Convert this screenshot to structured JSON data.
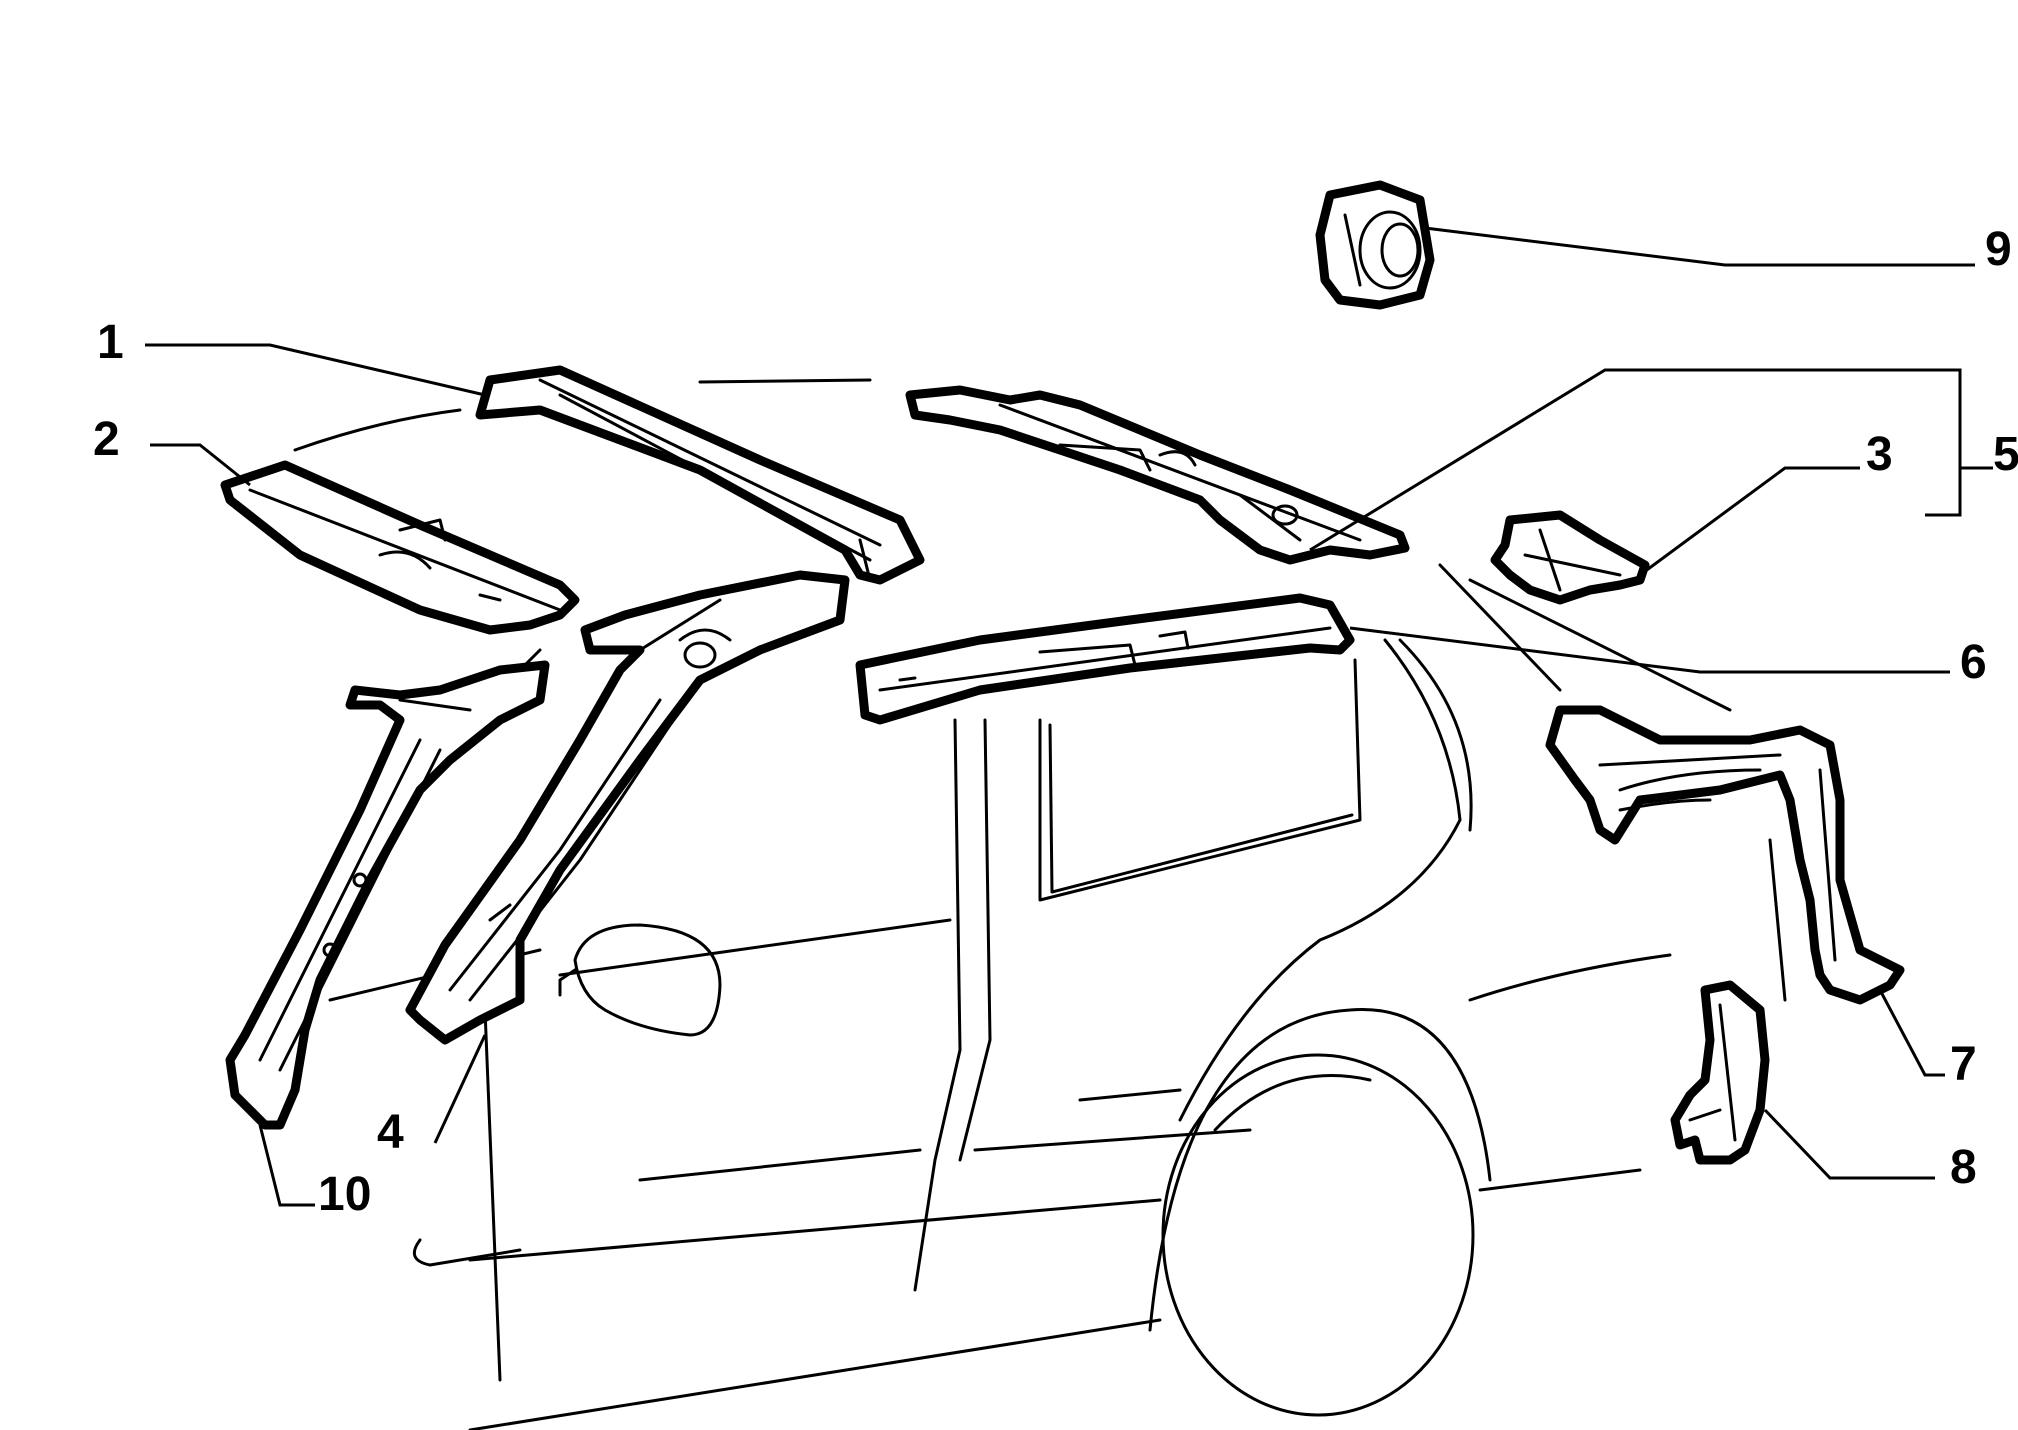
{
  "colors": {
    "line": "#000000",
    "background": "#ffffff"
  },
  "callouts": [
    {
      "id": "1",
      "label": "1"
    },
    {
      "id": "2",
      "label": "2"
    },
    {
      "id": "3",
      "label": "3"
    },
    {
      "id": "4",
      "label": "4"
    },
    {
      "id": "5",
      "label": "5"
    },
    {
      "id": "6",
      "label": "6"
    },
    {
      "id": "7",
      "label": "7"
    },
    {
      "id": "8",
      "label": "8"
    },
    {
      "id": "9",
      "label": "9"
    },
    {
      "id": "10",
      "label": "10"
    }
  ]
}
